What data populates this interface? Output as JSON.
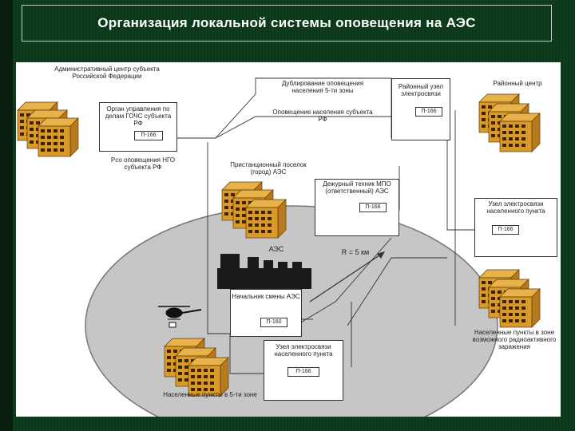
{
  "title": "Организация локальной системы оповещения на АЭС",
  "labels": {
    "admin_center": "Административный центр субъекта Российской Федерации",
    "organ_gochs": "Орган управления по делам ГОЧС субъекта РФ",
    "p166_a": "П-166",
    "rso": "Рсо оповещения НГО субъекта РФ",
    "dublir": "Дублирование оповещения населения 5-ти зоны",
    "opoveshch": "Оповещение населения субъекта РФ",
    "rayon_uzel": "Районный узел электросвязи",
    "p166_b": "П-166",
    "rayon_center": "Районный центр",
    "privokz": "Пристанционный поселок (город) АЭС",
    "dezhurny": "Дежурный техник МПО (ответственный) АЭС",
    "p166_c": "П-166",
    "uzel_np": "Узел электросвязи населенного пункта",
    "p166_d": "П-166",
    "aes": "АЭС",
    "radius": "R = 5 км",
    "nach_smeny": "Начальник смены АЭС",
    "p160": "П-160",
    "uzel_np2": "Узел электросвязи населенного пункта",
    "p166_e": "П-166",
    "np_zone_left": "Населенные пункты в 5-ти зоне",
    "np_zone_right": "Населенные пункты в зоне возможного радиоактивного заражения"
  },
  "colors": {
    "slide_background": "#0e3a1c",
    "building_fill": "#d89a2a",
    "zone_fill": "#c6c6c6",
    "canvas": "#ffffff"
  },
  "icons": [
    "building-icon",
    "helicopter-icon",
    "loudspeaker-icon",
    "antenna-icon",
    "npp-plant-icon"
  ]
}
